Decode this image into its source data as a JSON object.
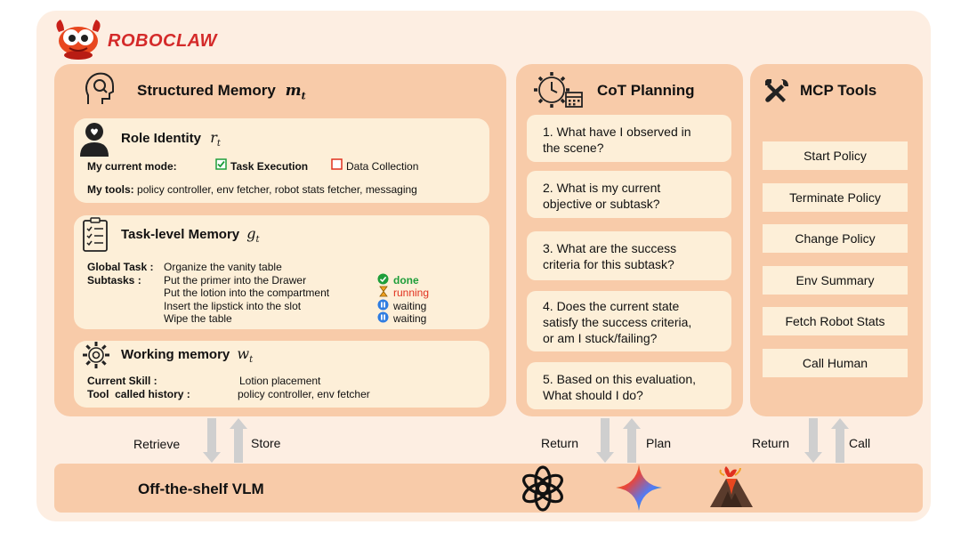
{
  "brand": {
    "name": "ROBOCLAW"
  },
  "memory": {
    "title": "Structured Memory",
    "symbol": "m",
    "sub": "t",
    "role": {
      "title": "Role Identity",
      "symbol": "r",
      "sub": "t",
      "mode_label": "My current mode:",
      "mode_checked": "Task Execution",
      "mode_unchecked": "Data Collection",
      "tools_label": "My tools:",
      "tools_value": "policy controller, env fetcher, robot stats fetcher, messaging"
    },
    "task": {
      "title": "Task-level Memory",
      "symbol": "g",
      "sub": "t",
      "global_label": "Global Task :",
      "global_value": "Organize the vanity table",
      "subtasks_label": "Subtasks :",
      "subtasks": [
        {
          "text": "Put the primer into the Drawer",
          "status": "done"
        },
        {
          "text": "Put the lotion into the compartment",
          "status": "running"
        },
        {
          "text": "Insert the lipstick into the slot",
          "status": "waiting"
        },
        {
          "text": "Wipe the table",
          "status": "waiting"
        }
      ]
    },
    "working": {
      "title": "Working memory",
      "symbol": "w",
      "sub": "t",
      "skill_label": "Current Skill :",
      "skill_value": "Lotion placement",
      "history_label": "Tool  called history :",
      "history_value": "policy controller, env fetcher"
    }
  },
  "cot": {
    "title": "CoT Planning",
    "items": [
      {
        "line1": "1. What have I observed in",
        "line2": "the scene?",
        "line3": ""
      },
      {
        "line1": "2. What is my current",
        "line2": "objective or subtask?",
        "line3": ""
      },
      {
        "line1": "3. What are the success",
        "line2": "criteria for this subtask?",
        "line3": ""
      },
      {
        "line1": "4. Does the current state",
        "line2": "satisfy the success criteria,",
        "line3": "or am I stuck/failing?"
      },
      {
        "line1": "5. Based on this evaluation,",
        "line2": "What should I do?",
        "line3": ""
      }
    ]
  },
  "mcp": {
    "title": "MCP Tools",
    "tools": [
      "Start Policy",
      "Terminate Policy",
      "Change Policy",
      "Env Summary",
      "Fetch Robot Stats",
      "Call Human"
    ]
  },
  "vlm": {
    "label": "Off-the-shelf VLM",
    "mem_down": "Retrieve",
    "mem_up": "Store",
    "cot_down": "Return",
    "cot_up": "Plan",
    "mcp_down": "Return",
    "mcp_up": "Call"
  },
  "colors": {
    "outer": "#fdeee2",
    "panel": "#f8cba9",
    "card": "#fdefd8",
    "arrow": "#cfcfcf",
    "brand": "#d42a2a",
    "done": "#1e9e3a",
    "running": "#e0301e",
    "waiting": "#2f7de1"
  }
}
